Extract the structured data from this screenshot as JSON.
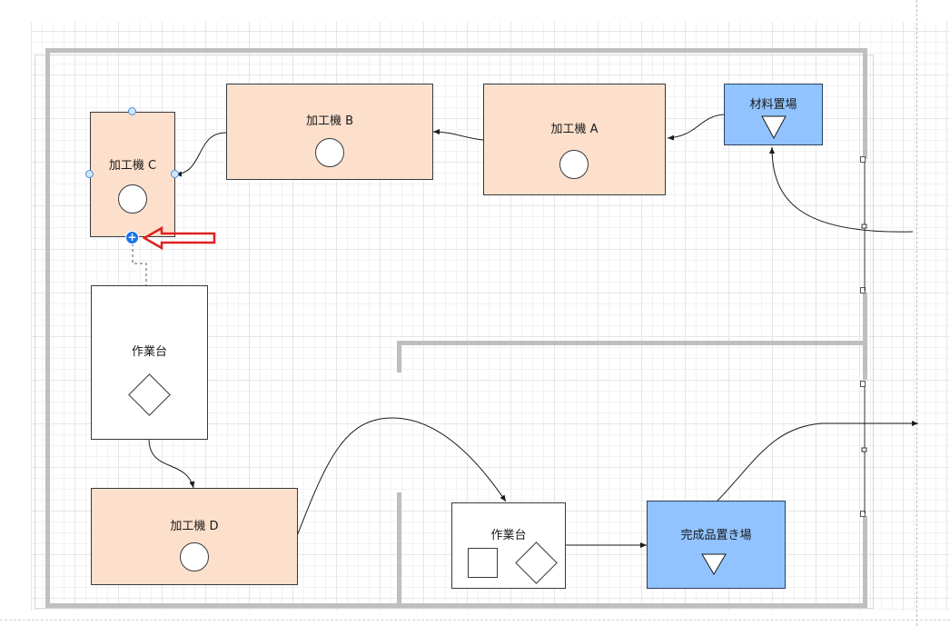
{
  "diagram": {
    "machines": {
      "a": {
        "label": "加工機 A"
      },
      "b": {
        "label": "加工機 B"
      },
      "c": {
        "label": "加工機 C"
      },
      "d": {
        "label": "加工機 D"
      }
    },
    "workbenches": {
      "left": {
        "label": "作業台"
      },
      "right": {
        "label": "作業台"
      }
    },
    "storage": {
      "material": {
        "label": "材料置場"
      },
      "finished": {
        "label": "完成品置き場"
      }
    },
    "colors": {
      "machine_fill": "#fde0cc",
      "storage_fill": "#90c3ff",
      "wall": "#bfbfbf",
      "selection_handle": "#4a90d9",
      "add_button": "#1a73e8",
      "callout_arrow": "#e02020"
    },
    "icons": {
      "machine": "circle",
      "workbench": "diamond",
      "workbench_extra": "square",
      "storage": "inverted-triangle"
    }
  }
}
